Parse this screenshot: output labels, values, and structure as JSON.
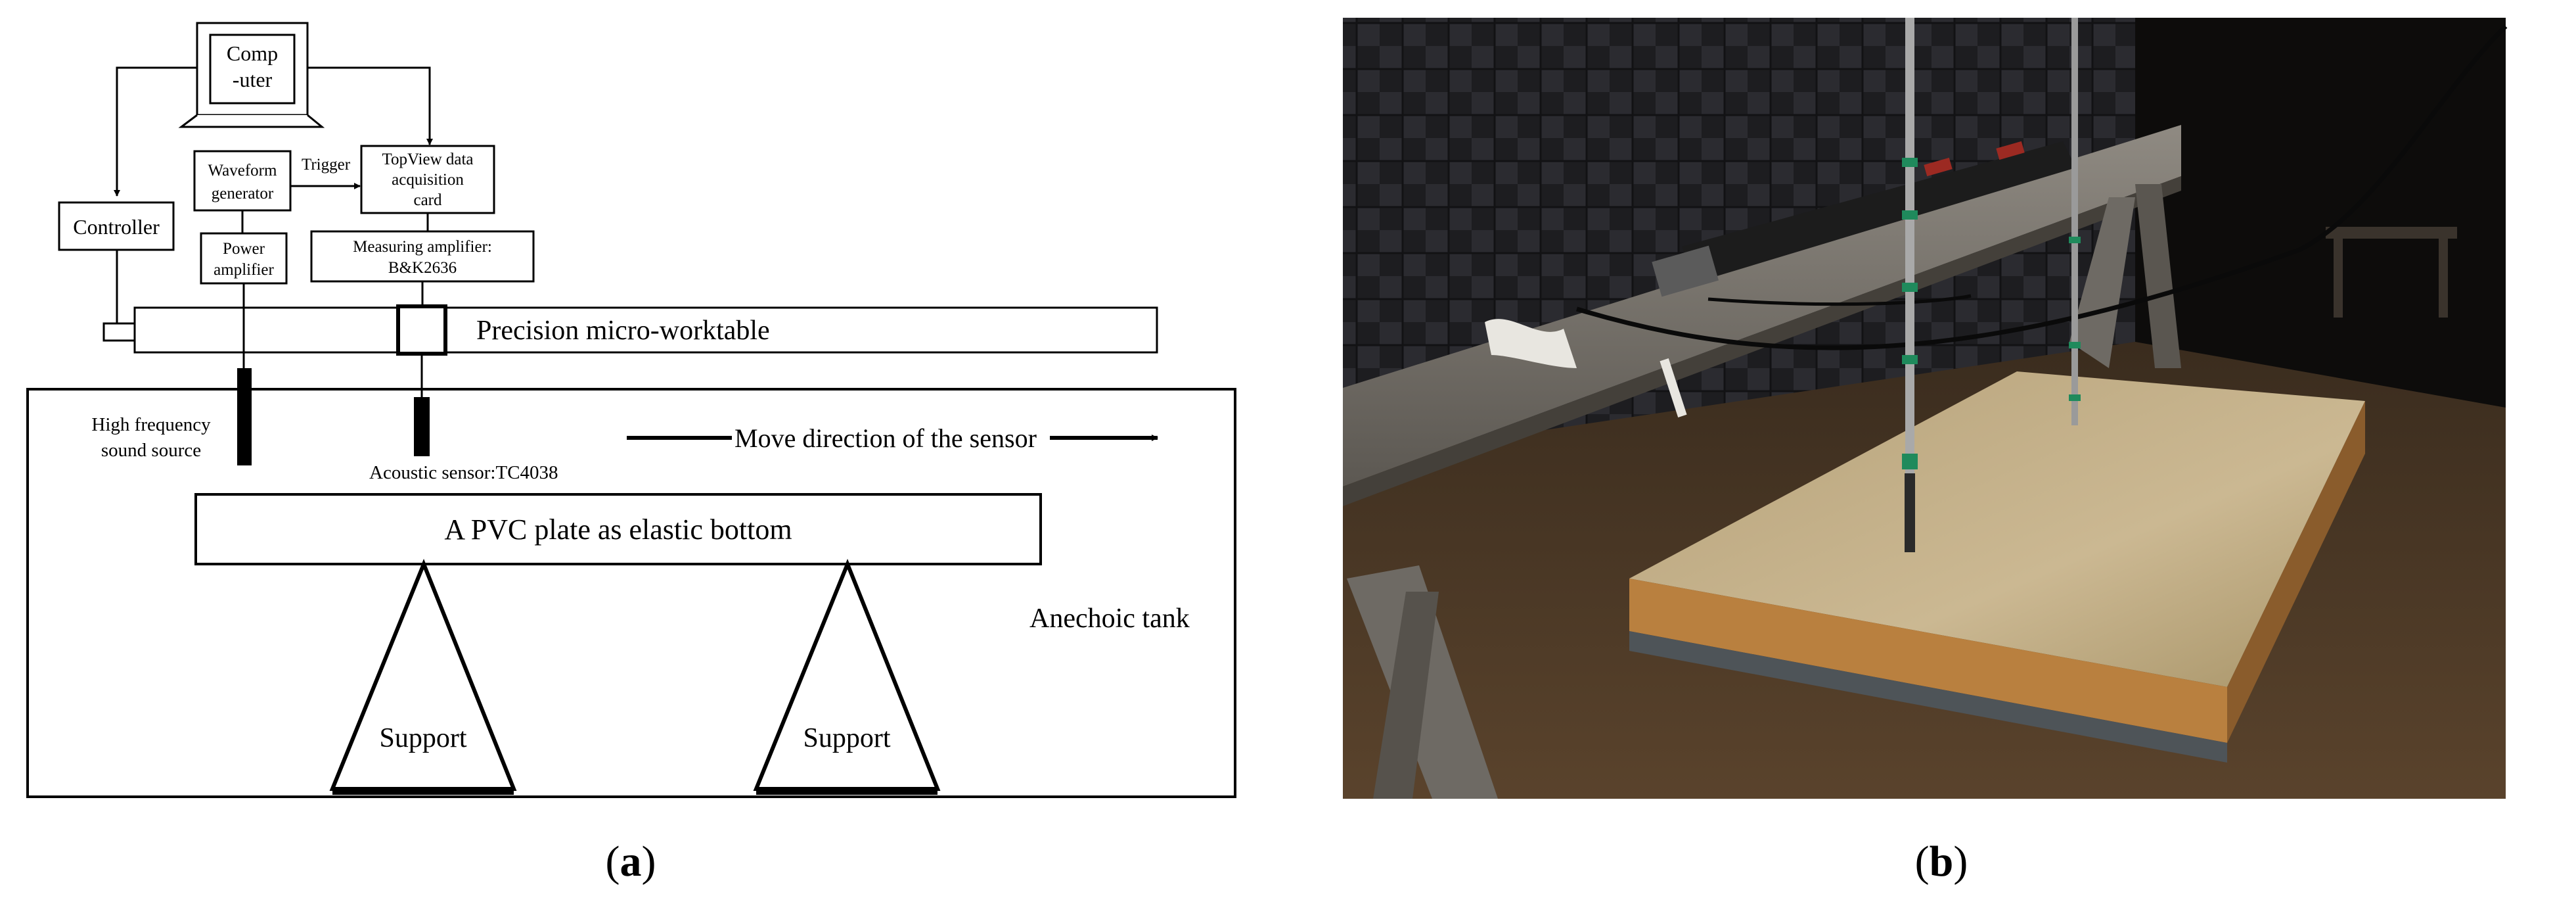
{
  "panel_a": {
    "computer_label_line1": "Comp",
    "computer_label_line2": "-uter",
    "controller": "Controller",
    "waveform_generator_line1": "Waveform",
    "waveform_generator_line2": "generator",
    "trigger": "Trigger",
    "acquisition_card_line1": "TopView data",
    "acquisition_card_line2": "acquisition",
    "acquisition_card_line3": "card",
    "power_amplifier_line1": "Power",
    "power_amplifier_line2": "amplifier",
    "measuring_amplifier_line1": "Measuring amplifier:",
    "measuring_amplifier_line2": "B&K2636",
    "worktable": "Precision micro-worktable",
    "sound_source_line1": "High frequency",
    "sound_source_line2": "sound source",
    "acoustic_sensor": "Acoustic sensor:TC4038",
    "move_direction": "Move direction of the sensor",
    "pvc_plate": "A PVC plate as elastic bottom",
    "anechoic_tank": "Anechoic tank",
    "support_left": "Support",
    "support_right": "Support",
    "caption_open": "(",
    "caption_letter": "a",
    "caption_close": ")"
  },
  "panel_b": {
    "caption_open": "(",
    "caption_letter": "b",
    "caption_close": ")"
  }
}
